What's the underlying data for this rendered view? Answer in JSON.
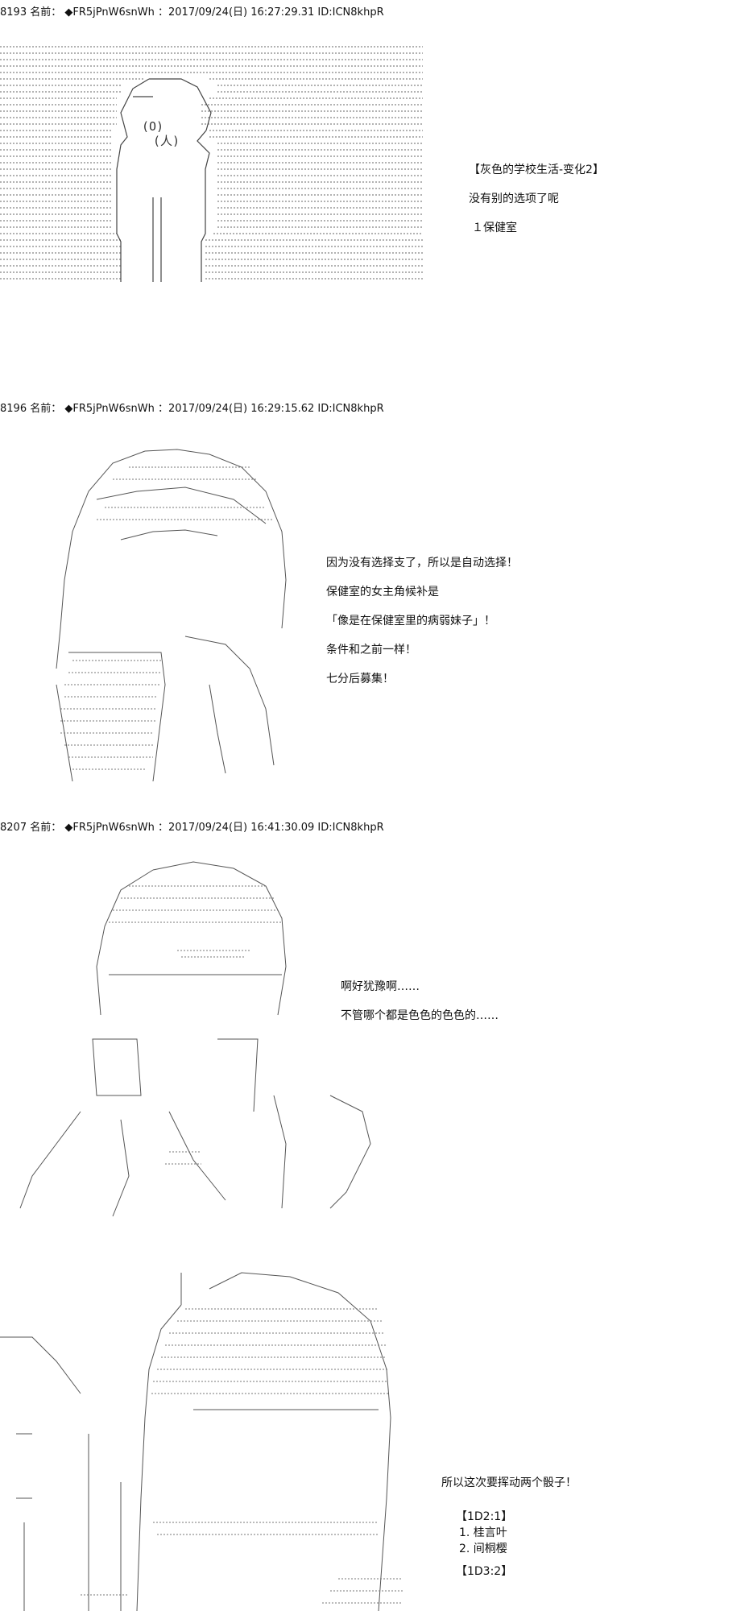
{
  "posts": [
    {
      "header": {
        "number": "8193",
        "name_label": "名前：",
        "trip": "◆FR5jPnW6snWh",
        "datetime": "：2017/09/24(日) 16:27:29.31",
        "id": "ID:ICN8khpR"
      },
      "lines": [
        "【灰色的学校生活-变化2】",
        "没有别的选项了呢",
        "１保健室"
      ]
    },
    {
      "header": {
        "number": "8196",
        "name_label": "名前：",
        "trip": "◆FR5jPnW6snWh",
        "datetime": "：2017/09/24(日) 16:29:15.62",
        "id": "ID:ICN8khpR"
      },
      "lines": [
        "因为没有选择支了，所以是自动选择！",
        "保健室的女主角候补是",
        "「像是在保健室里的病弱妹子」！",
        "条件和之前一样！",
        "七分后募集！"
      ]
    },
    {
      "header": {
        "number": "8207",
        "name_label": "名前：",
        "trip": "◆FR5jPnW6snWh",
        "datetime": "：2017/09/24(日) 16:41:30.09",
        "id": "ID:ICN8khpR"
      },
      "lines": [
        "啊好犹豫啊……",
        "不管哪个都是色色的色色的……"
      ]
    },
    {
      "lines": [
        "所以这次要挥动两个骰子！"
      ],
      "dice": [
        {
          "title": "【1D2:1】",
          "items": [
            "1. 桂言叶",
            "2. 间桐樱"
          ]
        },
        {
          "title": "【1D3:2】",
          "items": []
        }
      ]
    }
  ],
  "art_labels": {
    "face1": "(O)",
    "mouth1": "(人)"
  },
  "colors": {
    "text": "#111111",
    "art": "#555555",
    "background": "#ffffff"
  }
}
